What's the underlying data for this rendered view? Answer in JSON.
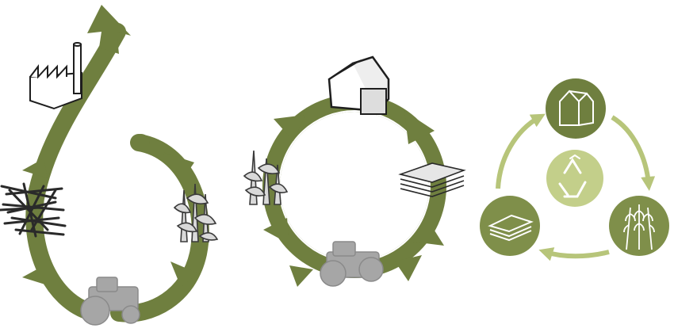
{
  "diagram": {
    "panels": [
      {
        "id": "linear-to-loop",
        "icons": [
          "factory-icon",
          "straw-bundle-icon",
          "corn-plants-icon",
          "tractor-icon"
        ]
      },
      {
        "id": "closed-loop",
        "icons": [
          "house-frame-icon",
          "panel-stack-icon",
          "tractor-icon",
          "corn-plants-icon"
        ]
      },
      {
        "id": "circular-summary",
        "icons": [
          "house-icon",
          "recycle-icon",
          "panel-stack-icon",
          "wheat-icon"
        ]
      }
    ]
  },
  "colors": {
    "dark_green": "#6f7f3f",
    "mid_green": "#7f8f4a",
    "light_green": "#b7c57a",
    "pale_green": "#c3cf8a",
    "gray": "#a6a6a6",
    "ink": "#1e1e1e"
  }
}
